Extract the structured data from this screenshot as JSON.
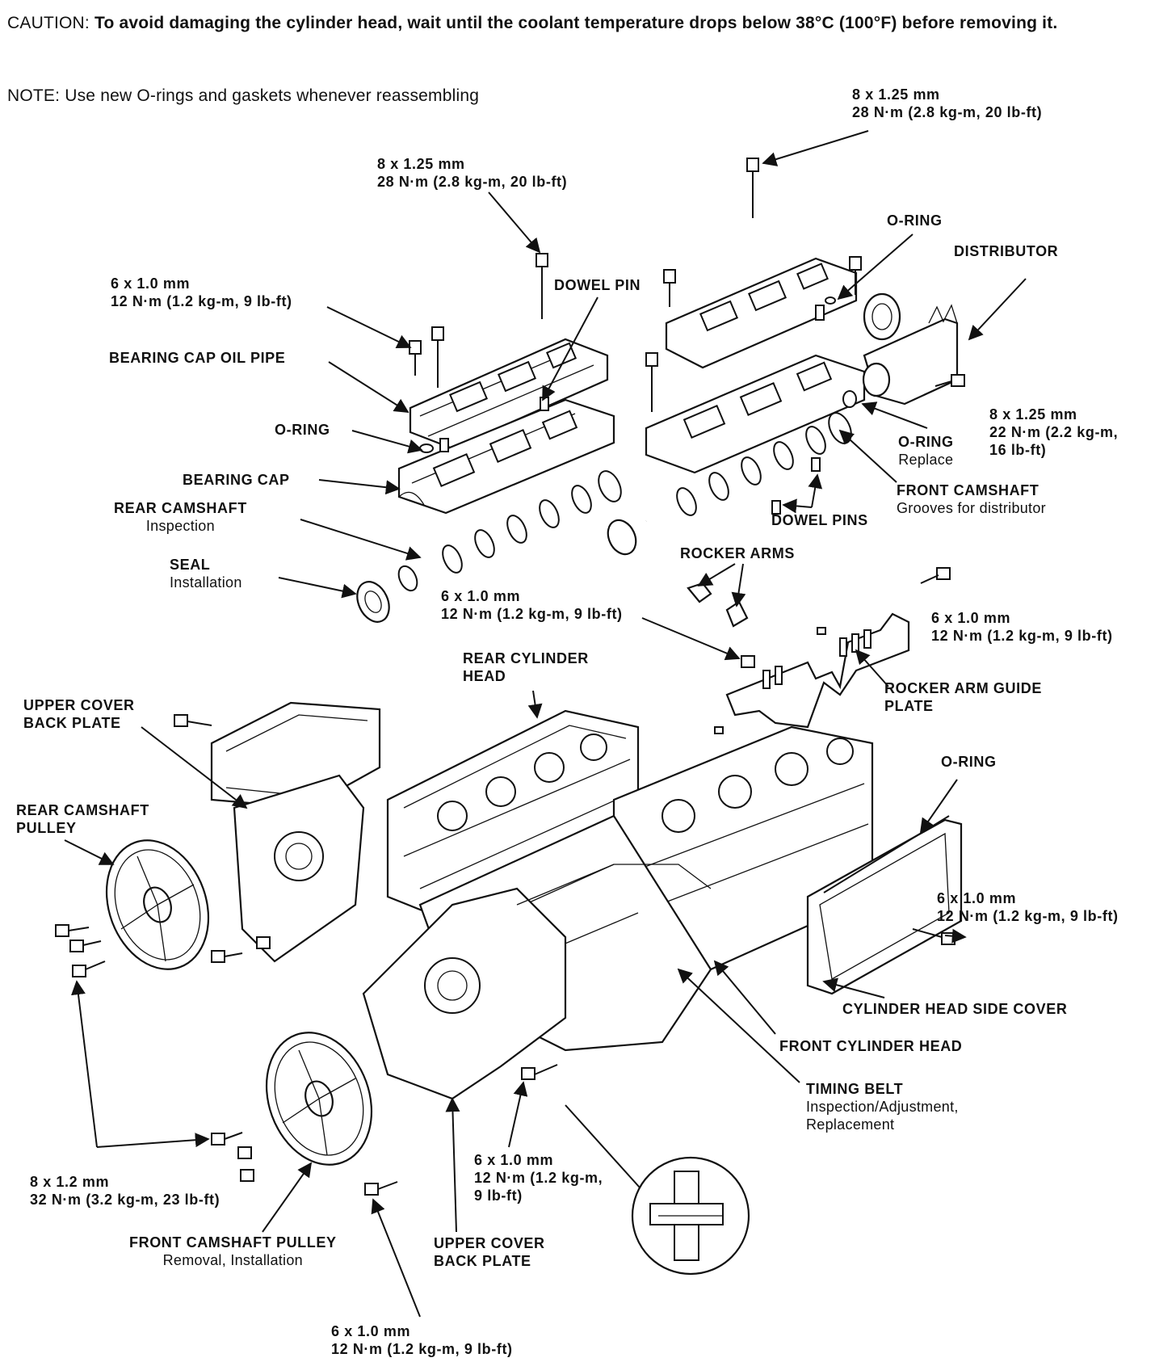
{
  "header": {
    "caution_lead": "CAUTION:",
    "caution_text": "To avoid damaging the cylinder head, wait until the coolant temperature drops below 38°C (100°F) before removing it.",
    "note_lead": "NOTE:",
    "note_text": "Use new O-rings and gaskets whenever reassembling"
  },
  "labels": {
    "bolt_top_right": {
      "title": "8 x 1.25 mm",
      "sub": "28 N·m (2.8 kg-m, 20 lb-ft)"
    },
    "bolt_top_center": {
      "title": "8 x 1.25 mm",
      "sub": "28 N·m (2.8 kg-m, 20 lb-ft)"
    },
    "o_ring_top": {
      "title": "O-RING"
    },
    "distributor": {
      "title": "DISTRIBUTOR"
    },
    "bolt_left_6x1": {
      "title": "6 x 1.0 mm",
      "sub": "12 N·m (1.2 kg-m, 9 lb-ft)"
    },
    "dowel_pin": {
      "title": "DOWEL PIN"
    },
    "bearing_cap_oil_pipe": {
      "title": "BEARING CAP OIL PIPE"
    },
    "o_ring_left": {
      "title": "O-RING"
    },
    "bolt_distributor": {
      "title": "8 x 1.25 mm",
      "sub": "22 N·m (2.2 kg-m,",
      "sub2": "16 lb-ft)"
    },
    "o_ring_replace": {
      "title": "O-RING",
      "sub": "Replace"
    },
    "bearing_cap": {
      "title": "BEARING CAP"
    },
    "front_camshaft": {
      "title": "FRONT CAMSHAFT",
      "sub": "Grooves for distributor"
    },
    "rear_camshaft": {
      "title": "REAR CAMSHAFT",
      "sub": "Inspection"
    },
    "dowel_pins": {
      "title": "DOWEL PINS"
    },
    "rocker_arms": {
      "title": "ROCKER ARMS"
    },
    "seal": {
      "title": "SEAL",
      "sub": "Installation"
    },
    "bolt_center_6x1": {
      "title": "6 x 1.0 mm",
      "sub": "12 N·m (1.2 kg-m, 9 lb-ft)"
    },
    "bolt_right_6x1": {
      "title": "6 x 1.0 mm",
      "sub": "12 N·m (1.2 kg-m, 9 lb-ft)"
    },
    "rear_cylinder_head": {
      "title": "REAR CYLINDER",
      "title2": "HEAD"
    },
    "rocker_arm_guide_plate": {
      "title": "ROCKER ARM GUIDE",
      "title2": "PLATE"
    },
    "upper_cover_back_plate_left": {
      "title": "UPPER COVER",
      "title2": "BACK PLATE"
    },
    "o_ring_right": {
      "title": "O-RING"
    },
    "rear_camshaft_pulley": {
      "title": "REAR CAMSHAFT",
      "title2": "PULLEY"
    },
    "bolt_side_cover": {
      "title": "6 x 1.0 mm",
      "sub": "12 N·m (1.2 kg-m, 9 lb-ft)"
    },
    "cylinder_head_side_cover": {
      "title": "CYLINDER HEAD SIDE COVER"
    },
    "front_cylinder_head": {
      "title": "FRONT CYLINDER HEAD"
    },
    "timing_belt": {
      "title": "TIMING BELT",
      "sub": "Inspection/Adjustment,",
      "sub2": "Replacement"
    },
    "bolt_pulley": {
      "title": "8 x 1.2 mm",
      "sub": "32 N·m (3.2 kg-m, 23 lb-ft)"
    },
    "bolt_lower_center": {
      "title": "6 x 1.0 mm",
      "sub": "12 N·m (1.2 kg-m,",
      "sub2": "9 lb-ft)"
    },
    "front_camshaft_pulley": {
      "title": "FRONT CAMSHAFT PULLEY",
      "sub": "Removal, Installation"
    },
    "upper_cover_back_plate_bottom": {
      "title": "UPPER COVER",
      "title2": "BACK PLATE"
    },
    "bolt_bottom": {
      "title": "6 x 1.0 mm",
      "sub": "12 N·m (1.2 kg-m, 9 lb-ft)"
    }
  }
}
